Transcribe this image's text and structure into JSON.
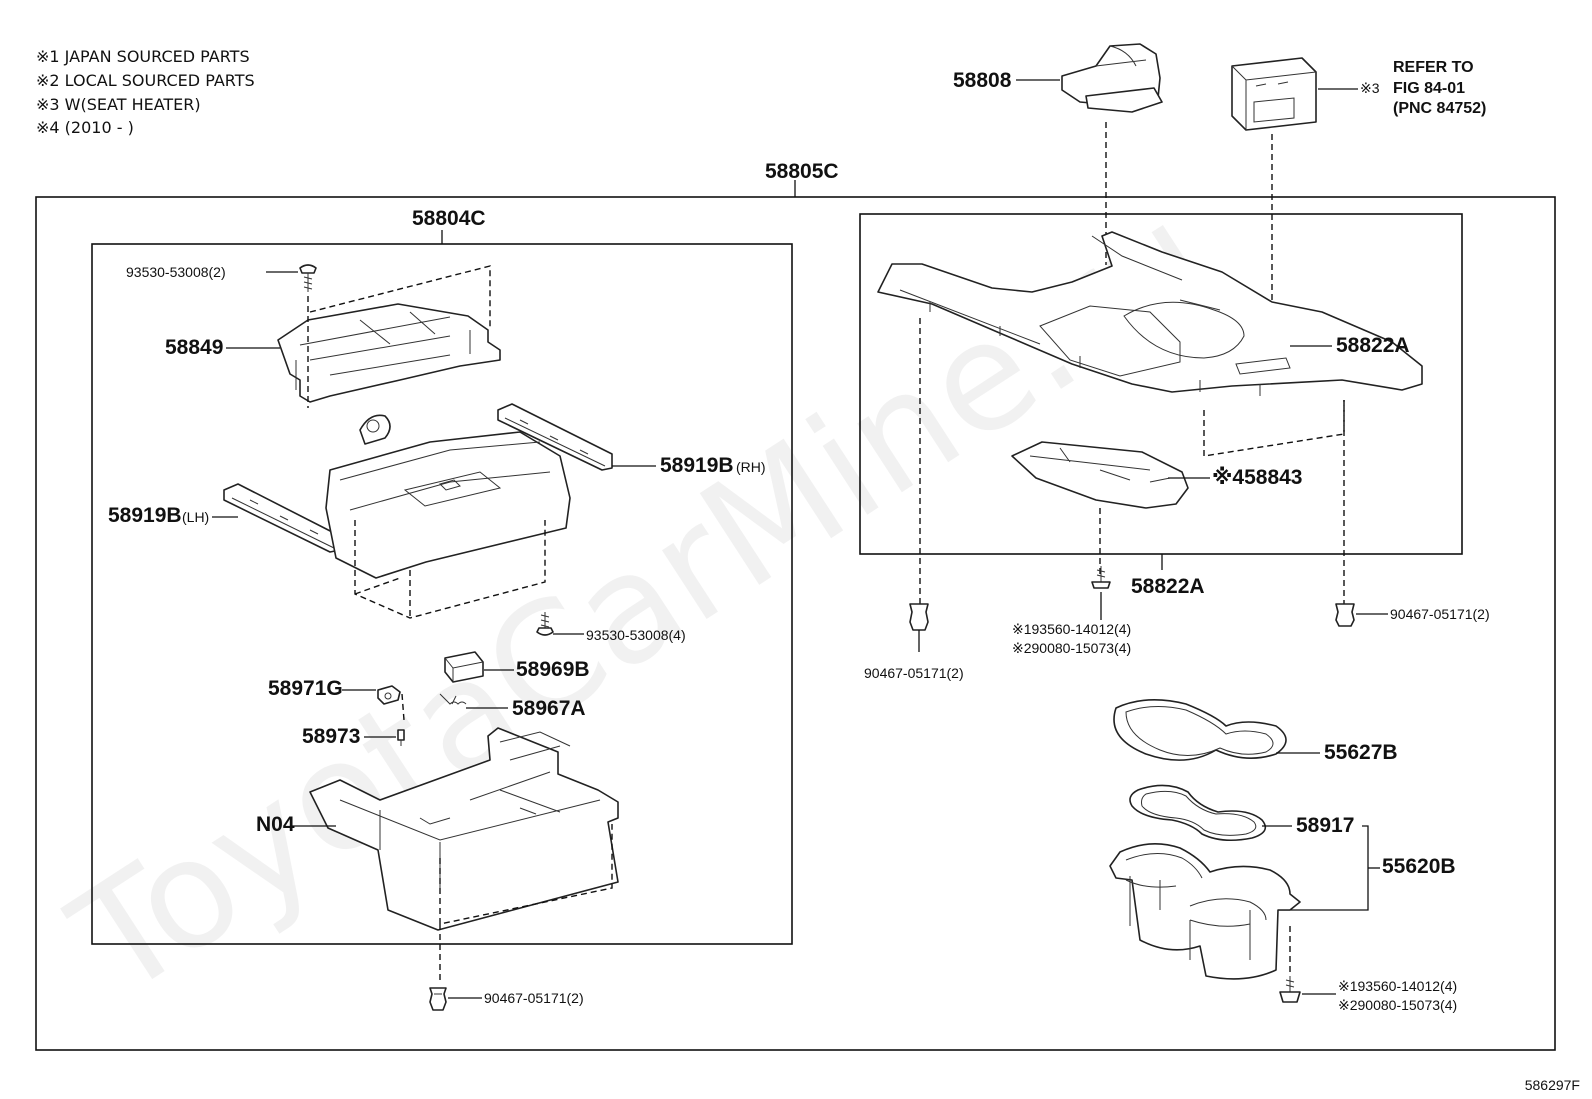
{
  "notes": [
    "※1 JAPAN SOURCED PARTS",
    "※2 LOCAL SOURCED PARTS",
    "※3 W(SEAT HEATER)",
    "※4 (2010 -        )"
  ],
  "watermark": "ToyotaCarMine.ru",
  "figure_code": "586297F",
  "refer": {
    "marker": "※3",
    "lines": [
      "REFER TO",
      "FIG 84-01",
      "(PNC 84752)"
    ]
  },
  "labels": {
    "p58805c": "58805C",
    "p58804c": "58804C",
    "p58808": "58808",
    "screw_top": "93530-53008(2)",
    "p58849": "58849",
    "p58919b_rh_num": "58919B",
    "p58919b_rh_suffix": "(RH)",
    "p58919b_lh_num": "58919B",
    "p58919b_lh_suffix": "(LH)",
    "screw_bottom": "93530-53008(4)",
    "p58969b": "58969B",
    "p58971g": "58971G",
    "p58967a": "58967A",
    "p58973": "58973",
    "n04": "N04",
    "clip_bottom": "90467-05171(2)",
    "p58822a_right": "58822A",
    "p58843": "※458843",
    "p58822a_bottom": "58822A",
    "clip_left": "90467-05171(2)",
    "clip_right": "90467-05171(2)",
    "bolt_mid_1": "※193560-14012(4)",
    "bolt_mid_2": "※290080-15073(4)",
    "p55627b": "55627B",
    "p58917": "58917",
    "p55620b": "55620B",
    "bolt_br_1": "※193560-14012(4)",
    "bolt_br_2": "※290080-15073(4)"
  }
}
